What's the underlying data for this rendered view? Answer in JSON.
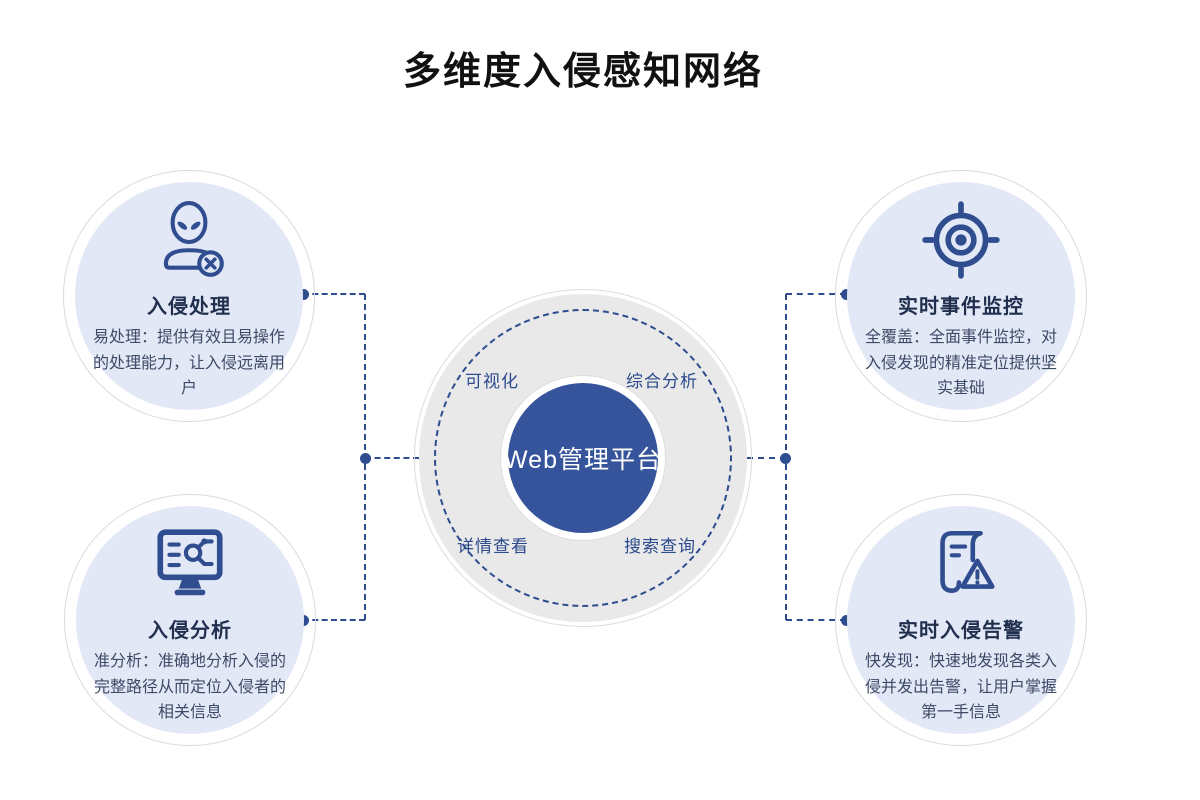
{
  "title": "多维度入侵感知网络",
  "center": {
    "label": "Web管理平台",
    "features": [
      {
        "label": "可视化"
      },
      {
        "label": "综合分析"
      },
      {
        "label": "详情查看"
      },
      {
        "label": "搜索查询"
      }
    ]
  },
  "nodes": [
    {
      "id": "intrusion-handling",
      "icon": "alien-user-block-icon",
      "title": "入侵处理",
      "desc": "易处理：提供有效且易操作的处理能力，让入侵远离用户"
    },
    {
      "id": "intrusion-analysis",
      "icon": "monitor-path-icon",
      "title": "入侵分析",
      "desc": "准分析：准确地分析入侵的完整路径从而定位入侵者的相关信息"
    },
    {
      "id": "realtime-event-monitoring",
      "icon": "crosshair-target-icon",
      "title": "实时事件监控",
      "desc": "全覆盖：全面事件监控，对入侵发现的精准定位提供坚实基础"
    },
    {
      "id": "realtime-intrusion-alert",
      "icon": "scroll-warning-icon",
      "title": "实时入侵告警",
      "desc": "快发现：快速地发现各类入侵并发出告警，让用户掌握第一手信息"
    }
  ],
  "colors": {
    "accent_navy": "#2e4d8f",
    "core_blue": "#35549b",
    "satellite_fill": "#e3e8f6",
    "center_gray": "#e9e9ea",
    "title_text": "#111111",
    "node_title_text": "#212f4f",
    "node_desc_text": "#3d4a66"
  }
}
